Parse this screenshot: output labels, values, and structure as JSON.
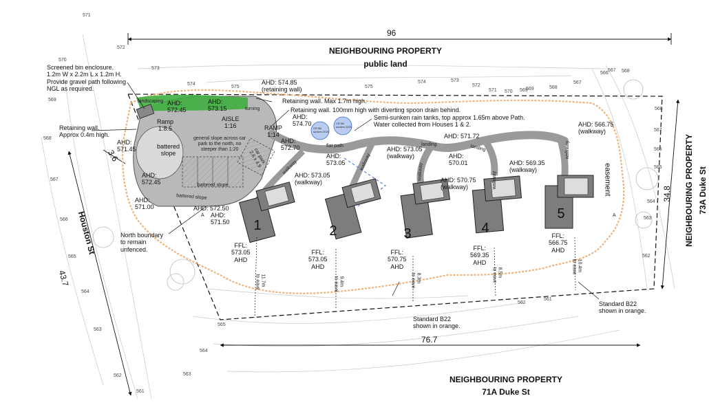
{
  "neighbours": {
    "north_title": "NEIGHBOURING PROPERTY",
    "north_sub": "public land",
    "east_title": "NEIGHBOURING PROPERTY",
    "east_sub": "73A Duke St",
    "south_title": "NEIGHBOURING PROPERTY",
    "south_sub": "71A Duke St"
  },
  "street": "Houston St",
  "dimensions": {
    "top": "96",
    "bottom": "76.7",
    "left": "43.7",
    "right": "34.8",
    "setback": "3.6"
  },
  "labels": {
    "easement": "easement",
    "landscaping": "landscaping",
    "aisle": "AISLE\n1:16",
    "turning": "turning",
    "ramp_left": "Ramp\n1:8.5",
    "ramp_mid": "RAMP\n1:14",
    "battered_slope": "battered\nslope",
    "battered_slope_bottom": "battered slope",
    "battered_slope_lower": "battered slope",
    "general_slope": "general slope across car\npark to the north, no\nsteeper than 1:20",
    "car_parks": "car park\n2.6 x 4.9",
    "flat_path": "flat path",
    "landing": "landing",
    "walkway": "walkway",
    "north_arrow": "A",
    "rain_tank": "CR 5kl\nsunken 2020",
    "b22": "Standard B22\nshown in orange."
  },
  "notes": {
    "bin": "Screened bin enclosure.\n1.2m W x 2.2m L x 1.2m H.\nProvide gravel path following\nNGL as required.",
    "retaining_small": "Retaining wall.\nApprox 0.4m high.",
    "retaining_max": "Retaining wall. Max 1.7m high.",
    "retaining_100": "Retaining wall. 100mm high with diverting spoon drain behind.",
    "rain_tanks": "Semi-sunken rain tanks, top approx 1.65m above Path.\nWater collected from Houses 1 & 2.",
    "north_boundary": "North boundary\nto remain\nunfenced.",
    "b22_south": "Standard B22\nshown in orange.",
    "b22_east": "Standard B22\nshown in orange."
  },
  "ahd_labels": [
    "AHD: 574.85\n(retaining wall)",
    "AHD:\n573.15",
    "AHD:\n572.45",
    "AHD:\n571.45",
    "AHD:\n574.70",
    "AHD:\n572.70",
    "AHD:\n573.05",
    "AHD: 573.05\n(walkway)",
    "AHD: 573.05\n(walkway)",
    "AHD: 571.72",
    "AHD:\n570.01",
    "AHD: 570.75\n(walkway)",
    "AHD: 569.35\n(walkway)",
    "AHD: 566.75\n(walkway)",
    "AHD:\n572.45",
    "AHD:\n571.00",
    "AHD: 572.50",
    "AHD:\n571.50"
  ],
  "houses": [
    {
      "num": "1",
      "ffl": "FFL:\n573.05\nAHD",
      "eave": "11.7m\nto eave"
    },
    {
      "num": "2",
      "ffl": "FFL:\n573.05\nAHD",
      "eave": "9.4m\nto eave"
    },
    {
      "num": "3",
      "ffl": "FFL:\n570.75\nAHD",
      "eave": "8.3m\nto eave"
    },
    {
      "num": "4",
      "ffl": "FFL:\n569.35\nAHD",
      "eave": "8.5m\nto eave"
    },
    {
      "num": "5",
      "ffl": "FFL:\n566.75\nAHD",
      "eave": "10.4m\nto eave"
    }
  ],
  "contours": [
    "571",
    "572",
    "573",
    "574",
    "575",
    "570",
    "569",
    "568",
    "567",
    "566",
    "565",
    "564",
    "563",
    "562",
    "561",
    "575",
    "574",
    "573",
    "572",
    "571",
    "570",
    "569",
    "568",
    "567",
    "566",
    "565",
    "564",
    "563",
    "562",
    "561",
    "567",
    "566",
    "565",
    "564",
    "563",
    "562",
    "568",
    "567",
    "568",
    "569"
  ],
  "colors": {
    "building": "#7d7d7d",
    "carpark": "#b9b9b9",
    "landscape": "#3fae3f",
    "tank": "#b9ccf0",
    "orange": "#f0b27a",
    "blue": "#3b6fd8"
  }
}
